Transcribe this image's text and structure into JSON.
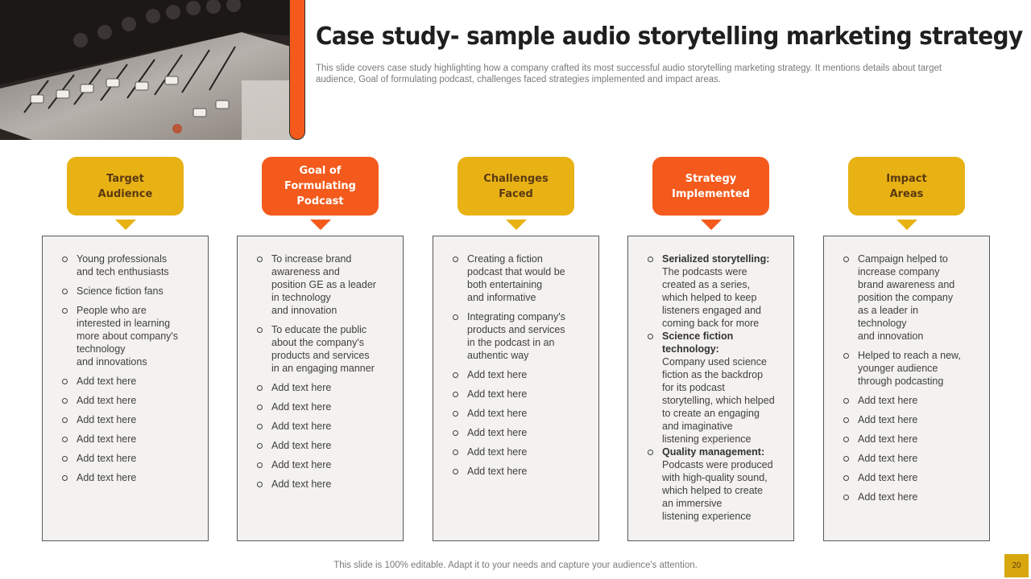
{
  "title": "Case study- sample audio storytelling marketing strategy",
  "subtitle": "This slide covers case study highlighting how a company crafted its most successful audio storytelling marketing strategy. It mentions details about target audience, Goal of formulating podcast, challenges faced strategies implemented and impact areas.",
  "colors": {
    "accent_orange": "#f35a1c",
    "accent_yellow": "#e8b215"
  },
  "columns": [
    {
      "header": "Target\nAudience",
      "color": "yellow",
      "items": [
        {
          "label": "",
          "text": "Young professionals\nand tech enthusiasts"
        },
        {
          "label": "",
          "text": "Science fiction fans"
        },
        {
          "label": "",
          "text": "People who are\ninterested in learning\nmore about company's\ntechnology\nand innovations"
        },
        {
          "label": "",
          "text": "Add text here"
        },
        {
          "label": "",
          "text": "Add text here"
        },
        {
          "label": "",
          "text": "Add text here"
        },
        {
          "label": "",
          "text": "Add text here"
        },
        {
          "label": "",
          "text": "Add text here"
        },
        {
          "label": "",
          "text": "Add text here"
        }
      ]
    },
    {
      "header": "Goal of\nFormulating Podcast",
      "color": "orange",
      "items": [
        {
          "label": "",
          "text": "To increase brand\nawareness and\nposition GE as a leader\nin technology\nand innovation"
        },
        {
          "label": "",
          "text": "To educate the public\nabout the company's\nproducts and services\nin an engaging manner"
        },
        {
          "label": "",
          "text": "Add text here"
        },
        {
          "label": "",
          "text": "Add text here"
        },
        {
          "label": "",
          "text": "Add text here"
        },
        {
          "label": "",
          "text": "Add text here"
        },
        {
          "label": "",
          "text": "Add text here"
        },
        {
          "label": "",
          "text": "Add text here"
        }
      ]
    },
    {
      "header": "Challenges\nFaced",
      "color": "yellow",
      "items": [
        {
          "label": "",
          "text": "Creating a fiction\npodcast that would be\nboth entertaining\nand informative"
        },
        {
          "label": "",
          "text": "Integrating company's\nproducts and services\nin the podcast in an\nauthentic way"
        },
        {
          "label": "",
          "text": "Add text here"
        },
        {
          "label": "",
          "text": "Add text here"
        },
        {
          "label": "",
          "text": "Add text here"
        },
        {
          "label": "",
          "text": "Add text here"
        },
        {
          "label": "",
          "text": "Add text here"
        },
        {
          "label": "",
          "text": "Add text here"
        }
      ]
    },
    {
      "header": "Strategy\nImplemented",
      "color": "orange",
      "tight": true,
      "items": [
        {
          "label": "Serialized storytelling:",
          "text": "The podcasts were\ncreated as a series,\nwhich helped to keep\nlisteners engaged and\ncoming back for more"
        },
        {
          "label": "Science fiction\ntechnology:",
          "text": "Company used science\nfiction as the backdrop\nfor its podcast\nstorytelling, which helped\nto create an engaging\nand imaginative\nlistening experience"
        },
        {
          "label": "Quality management:",
          "text": "Podcasts were produced\nwith high-quality sound,\nwhich helped to create\nan immersive\nlistening experience"
        }
      ]
    },
    {
      "header": "Impact\nAreas",
      "color": "yellow",
      "items": [
        {
          "label": "",
          "text": "Campaign helped to\nincrease company\nbrand awareness and\nposition the company\nas a leader in\ntechnology\nand innovation"
        },
        {
          "label": "",
          "text": "Helped to reach a new,\nyounger audience\nthrough podcasting"
        },
        {
          "label": "",
          "text": "Add text here"
        },
        {
          "label": "",
          "text": "Add text here"
        },
        {
          "label": "",
          "text": "Add text here"
        },
        {
          "label": "",
          "text": "Add text here"
        },
        {
          "label": "",
          "text": "Add text here"
        },
        {
          "label": "",
          "text": "Add text here"
        }
      ]
    }
  ],
  "footer": "This slide is 100% editable. Adapt it to your needs and capture your audience's attention.",
  "page_number": "20"
}
